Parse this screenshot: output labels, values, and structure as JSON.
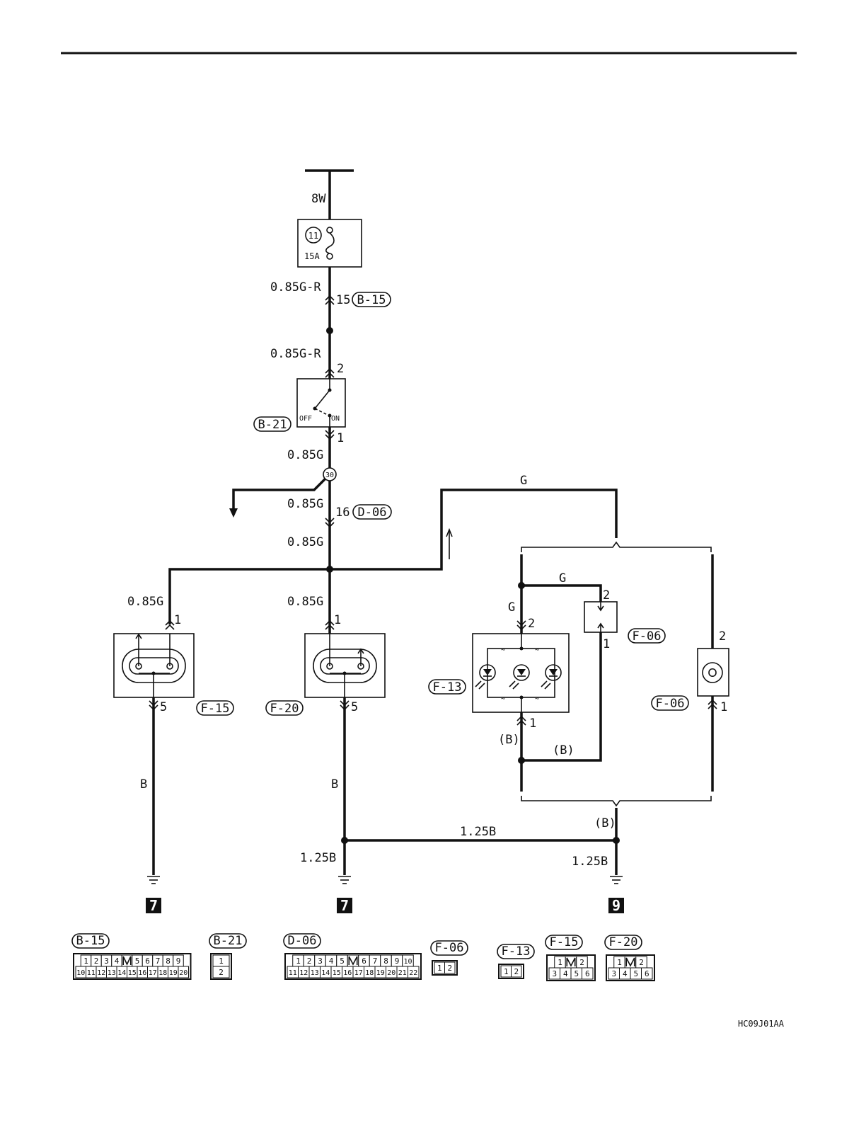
{
  "fuse": {
    "wire_top": "8W",
    "number": "11",
    "rating": "15A"
  },
  "wires": {
    "w1": "0.85G-R",
    "w2": "0.85G-R",
    "w3": "0.85G",
    "w4": "0.85G",
    "w5": "0.85G",
    "w6": "0.85G",
    "w7": "0.85G",
    "top_g": "G",
    "g_branch": "G",
    "g_vert": "G",
    "b_f15": "B",
    "b_f20": "B",
    "b_paren_left": "(B)",
    "b_paren_mid": "(B)",
    "b_paren_right": "(B)",
    "ground_h": "1.25B",
    "ground_left": "1.25B",
    "ground_right": "1.25B"
  },
  "pins": {
    "b15_pin": "15",
    "sw_top": "2",
    "sw_bot": "1",
    "d06_pin": "16",
    "f15_top": "1",
    "f15_bot": "5",
    "f20_top": "1",
    "f20_bot": "5",
    "f13_top": "2",
    "f13_bot": "1",
    "f06a_top": "2",
    "f06a_bot": "1",
    "f06b_top": "2",
    "f06b_bot": "1"
  },
  "switch": {
    "off": "OFF",
    "on": "ON"
  },
  "junction": "30",
  "connectors": {
    "b15": "B-15",
    "b21": "B-21",
    "d06": "D-06",
    "f06a": "F-06",
    "f06b": "F-06",
    "f13": "F-13",
    "f15": "F-15",
    "f20": "F-20"
  },
  "grounds": [
    "7",
    "7",
    "9"
  ],
  "legend": [
    {
      "label": "B-15",
      "rows": [
        [
          "1",
          "2",
          "3",
          "4",
          "",
          "5",
          "6",
          "7",
          "8",
          "9"
        ],
        [
          "10",
          "11",
          "12",
          "13",
          "14",
          "15",
          "16",
          "17",
          "18",
          "19",
          "20"
        ]
      ]
    },
    {
      "label": "B-21",
      "rows": [
        [
          "1"
        ],
        [
          "2"
        ]
      ]
    },
    {
      "label": "D-06",
      "rows": [
        [
          "1",
          "2",
          "3",
          "4",
          "5",
          "",
          "6",
          "7",
          "8",
          "9",
          "10"
        ],
        [
          "11",
          "12",
          "13",
          "14",
          "15",
          "16",
          "17",
          "18",
          "19",
          "20",
          "21",
          "22"
        ]
      ]
    },
    {
      "label": "F-06",
      "rows": [
        [
          "1",
          "2"
        ]
      ]
    },
    {
      "label": "F-13",
      "rows": [
        [
          "1",
          "2"
        ]
      ]
    },
    {
      "label": "F-15",
      "rows": [
        [
          "1",
          "",
          "2"
        ],
        [
          "3",
          "4",
          "5",
          "6"
        ]
      ]
    },
    {
      "label": "F-20",
      "rows": [
        [
          "1",
          "",
          "2"
        ],
        [
          "3",
          "4",
          "5",
          "6"
        ]
      ]
    }
  ],
  "code": "HC09J01AA"
}
